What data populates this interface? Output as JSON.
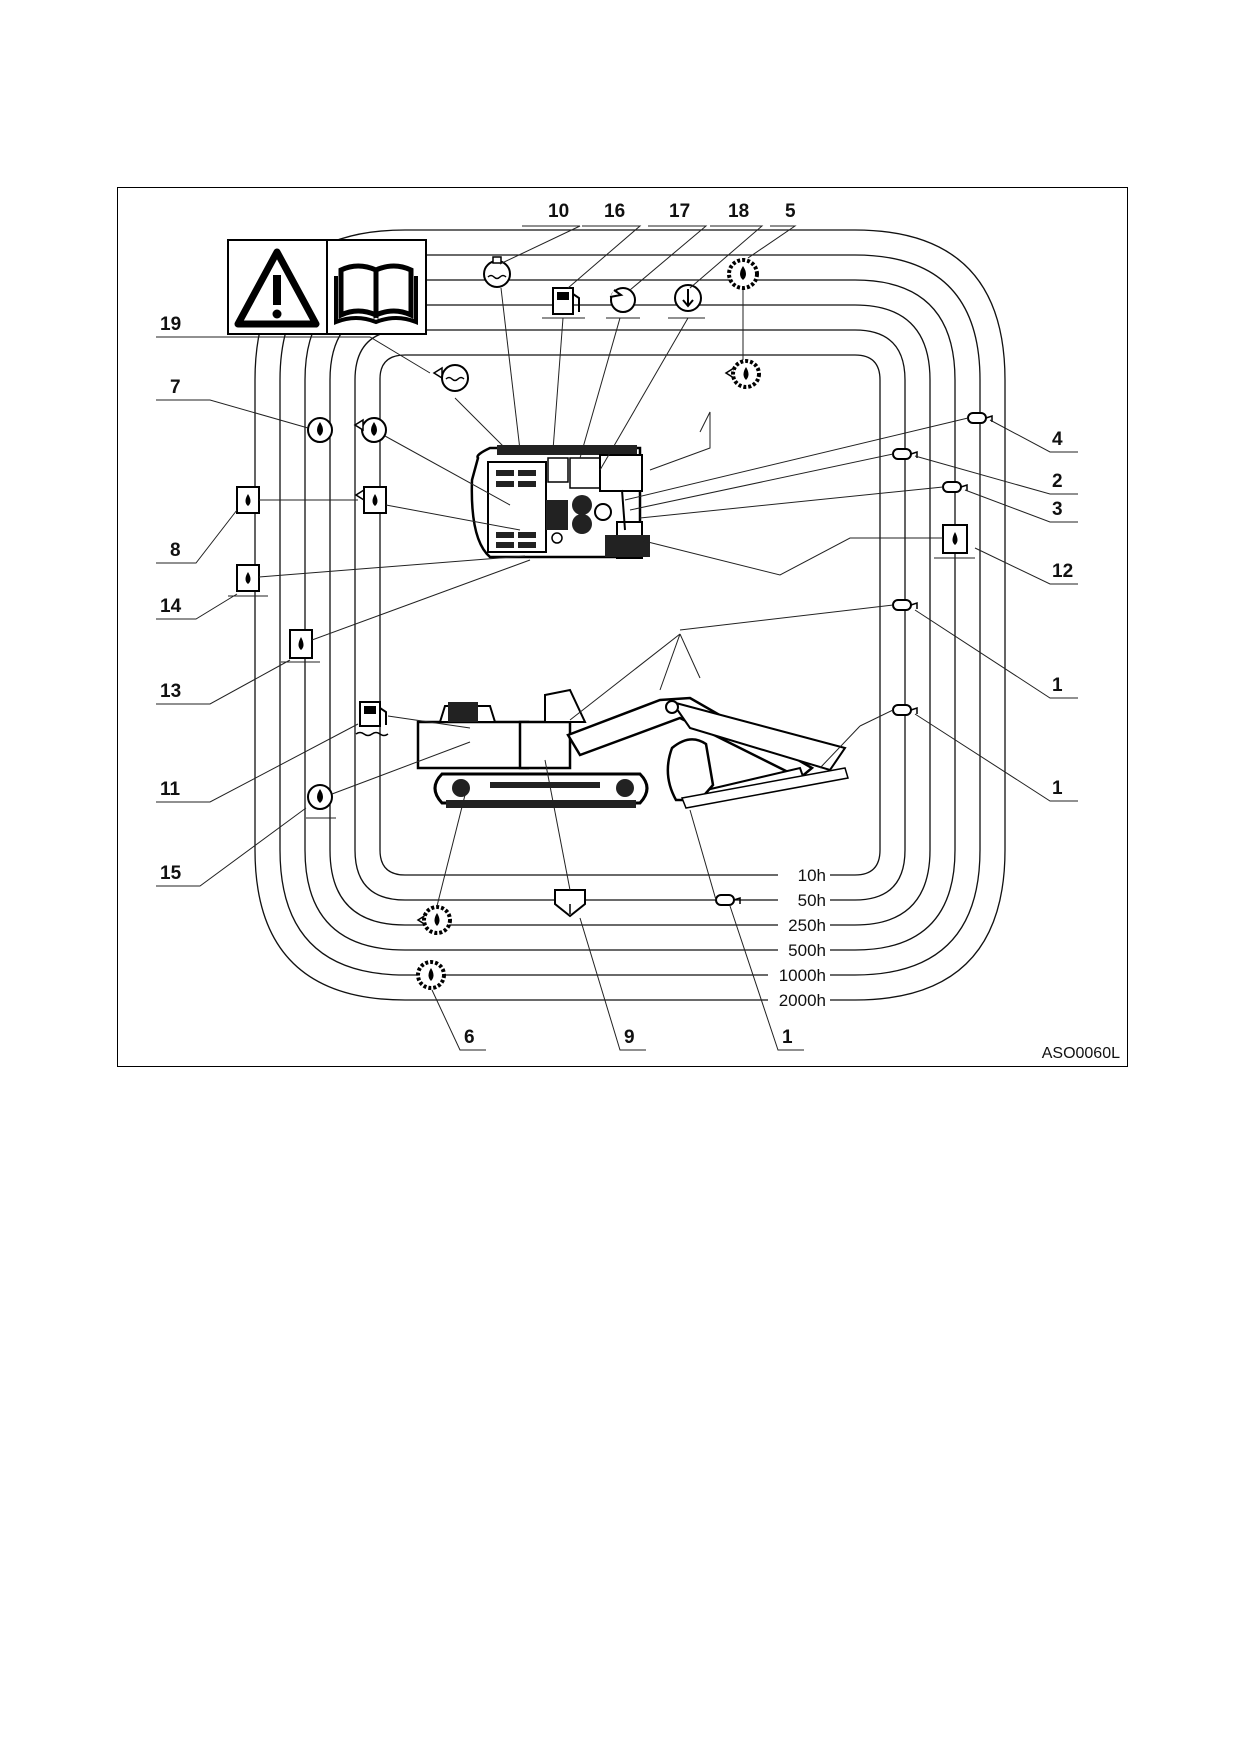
{
  "figure": {
    "reference_code": "ASO0060L",
    "interval_labels": [
      "10h",
      "50h",
      "250h",
      "500h",
      "1000h",
      "2000h"
    ],
    "callouts": {
      "c10": "10",
      "c16": "16",
      "c17": "17",
      "c18": "18",
      "c5": "5",
      "c19": "19",
      "c7": "7",
      "c8": "8",
      "c14": "14",
      "c13": "13",
      "c11": "11",
      "c15": "15",
      "c4": "4",
      "c2": "2",
      "c3": "3",
      "c12": "12",
      "c1a": "1",
      "c1b": "1",
      "c6": "6",
      "c9": "9",
      "c1c": "1"
    },
    "header_icons": [
      "warning-triangle-icon",
      "manual-book-icon"
    ]
  }
}
